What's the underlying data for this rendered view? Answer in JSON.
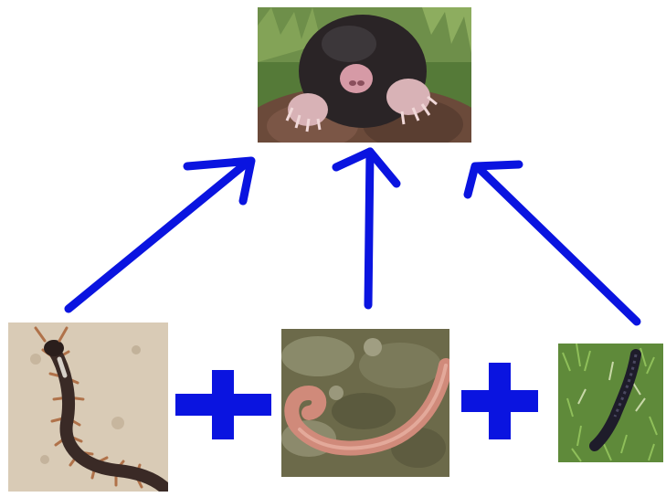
{
  "diagram": {
    "predator": {
      "icon": "mole-photo"
    },
    "prey": [
      {
        "icon": "centipede-photo"
      },
      {
        "icon": "earthworm-photo"
      },
      {
        "icon": "slug-photo"
      }
    ],
    "connectors": {
      "icon": "plus-sign-icon"
    },
    "arrows": {
      "icon": "arrow-up-icon"
    }
  },
  "colors": {
    "arrow": "#0a14e0",
    "background": "#ffffff",
    "soil": "#6b4a3a",
    "grass": "#5f8a3a",
    "mole_fur": "#2a2426",
    "mole_snout": "#d69aa6",
    "centipede_body": "#3a2a26",
    "centipede_legs": "#b0724a",
    "centipede_bg": "#d9cbb6",
    "earthworm_body": "#d08a7a",
    "earthworm_bg": "#6c6a4a",
    "slug_body": "#1e1c2a"
  }
}
